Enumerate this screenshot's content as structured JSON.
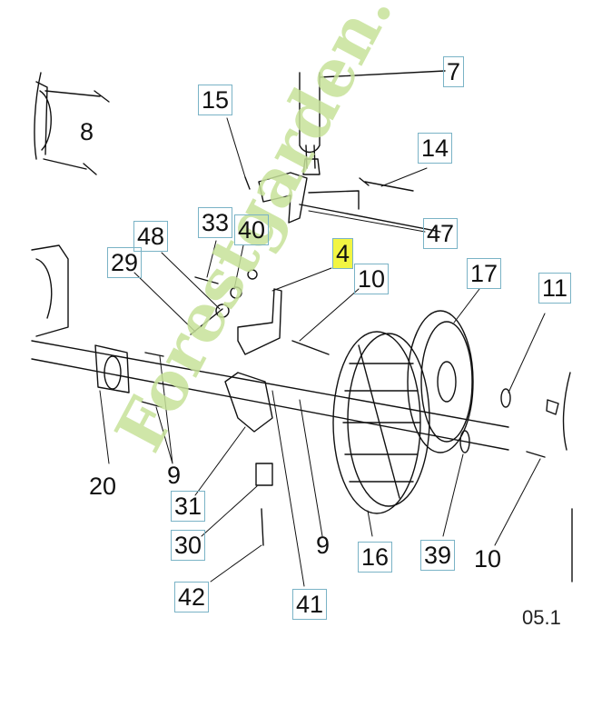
{
  "diagram": {
    "page_code": "05.1",
    "highlight_color": "#f2f542",
    "box_color": "#7ab3c6",
    "watermark": {
      "text": "Forestgarden.com",
      "color": "#c7e29a"
    },
    "parts": [
      {
        "id": "15"
      },
      {
        "id": "8"
      },
      {
        "id": "7"
      },
      {
        "id": "14"
      },
      {
        "id": "33"
      },
      {
        "id": "40"
      },
      {
        "id": "47"
      },
      {
        "id": "48"
      },
      {
        "id": "29"
      },
      {
        "id": "4",
        "highlighted": true
      },
      {
        "id": "10"
      },
      {
        "id": "17"
      },
      {
        "id": "11"
      },
      {
        "id": "20"
      },
      {
        "id": "9"
      },
      {
        "id": "31"
      },
      {
        "id": "30"
      },
      {
        "id": "42"
      },
      {
        "id": "9"
      },
      {
        "id": "41"
      },
      {
        "id": "16"
      },
      {
        "id": "39"
      },
      {
        "id": "10"
      }
    ]
  }
}
